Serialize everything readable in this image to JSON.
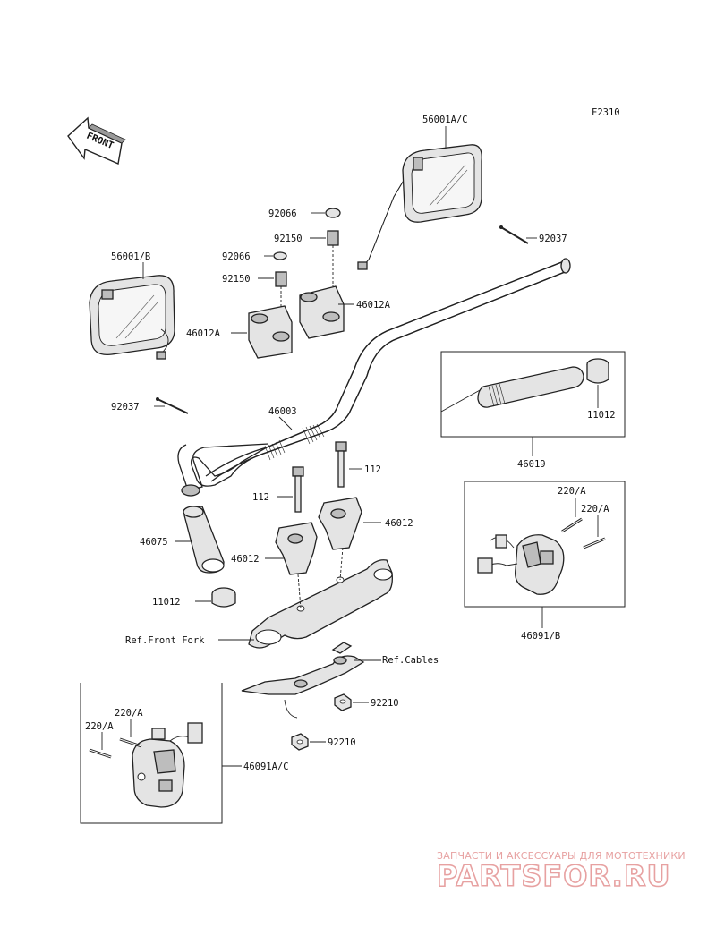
{
  "figure_code": "F2310",
  "front_arrow": "FRONT",
  "labels": {
    "mirror_right": "56001A/C",
    "mirror_left": "56001/B",
    "cap_top": "92066",
    "cap_mid": "92066",
    "bolt_right": "92150",
    "bolt_left": "92150",
    "holder_right": "46012A",
    "holder_left": "46012A",
    "clip_right": "92037",
    "clip_left": "92037",
    "handlebar": "46003",
    "grip_right": "46019",
    "grip_end_right": "11012",
    "bolt_112_right": "112",
    "bolt_112_left": "112",
    "holder_lower_right": "46012",
    "holder_lower_left": "46012",
    "grip_left": "46075",
    "grip_end_left": "11012",
    "ref_front_fork": "Ref.Front Fork",
    "ref_cables": "Ref.Cables",
    "nut_upper": "92210",
    "nut_lower": "92210",
    "switch_right": "46091/B",
    "screw_r1": "220/A",
    "screw_r2": "220/A",
    "switch_left": "46091A/C",
    "screw_l1": "220/A",
    "screw_l2": "220/A"
  },
  "watermark": {
    "tagline": "ЗАПЧАСТИ И АКСЕССУАРЫ ДЛЯ МОТОТЕХНИКИ",
    "logo": "PARTSFOR.RU"
  },
  "colors": {
    "ink": "#222222",
    "part_fill": "#e4e4e4",
    "watermark": "#e7a1a1"
  }
}
